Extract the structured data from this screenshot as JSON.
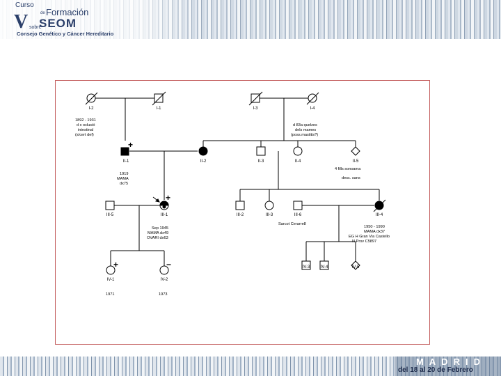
{
  "header": {
    "curso": "Curso",
    "de": "de",
    "formacion": "Formación",
    "roman": "V",
    "seom": "SEOM",
    "sobre": "sobre",
    "subtitle": "Consejo Genético y Cáncer Hereditario"
  },
  "footer": {
    "city": "MADRID",
    "dates": "del 18 al 20 de Febrero"
  },
  "pedigree": {
    "labels": {
      "I1": "I-2",
      "I2": "I-1",
      "I3": "I-3",
      "I4": "I-4",
      "II1": "II-1",
      "II2": "II-2",
      "II3": "II-3",
      "II4": "II-4",
      "II5": "II-5",
      "III1": "III-1",
      "III2": "III-2",
      "III3": "III-3",
      "III4": "III-4",
      "III5": "III-5",
      "III6": "III-6",
      "IV1": "IV-1",
      "IV2": "IV-2",
      "IV3": "IV-3",
      "IV4": "IV-4",
      "IV5": "IV-5"
    },
    "annotations": {
      "a1": "1892 - 1931",
      "a2": "d x oclusió",
      "a3": "intestinal",
      "a4": "(s/cert def)",
      "b1": "d 83a quelzes",
      "b2": "dels mames",
      "b3": "(poss.mastitis?)",
      "c1": "1919",
      "c2": "MAMA",
      "c3": "dx75",
      "d1": "4 fills sonoama",
      "d2": "desc. sans",
      "e1": "Sep 1945",
      "e2": "MAMA dx49",
      "e3": "OVARI dx63",
      "f1": "Sarcot Cerarre8",
      "g1": "1950 - 1990",
      "g2": "MAMA dx37",
      "g3": "EG H Gran Via Castello",
      "g4": "N Prov C5897",
      "h1": "1971",
      "h2": "1973",
      "plus": "+",
      "minus": "−"
    }
  }
}
